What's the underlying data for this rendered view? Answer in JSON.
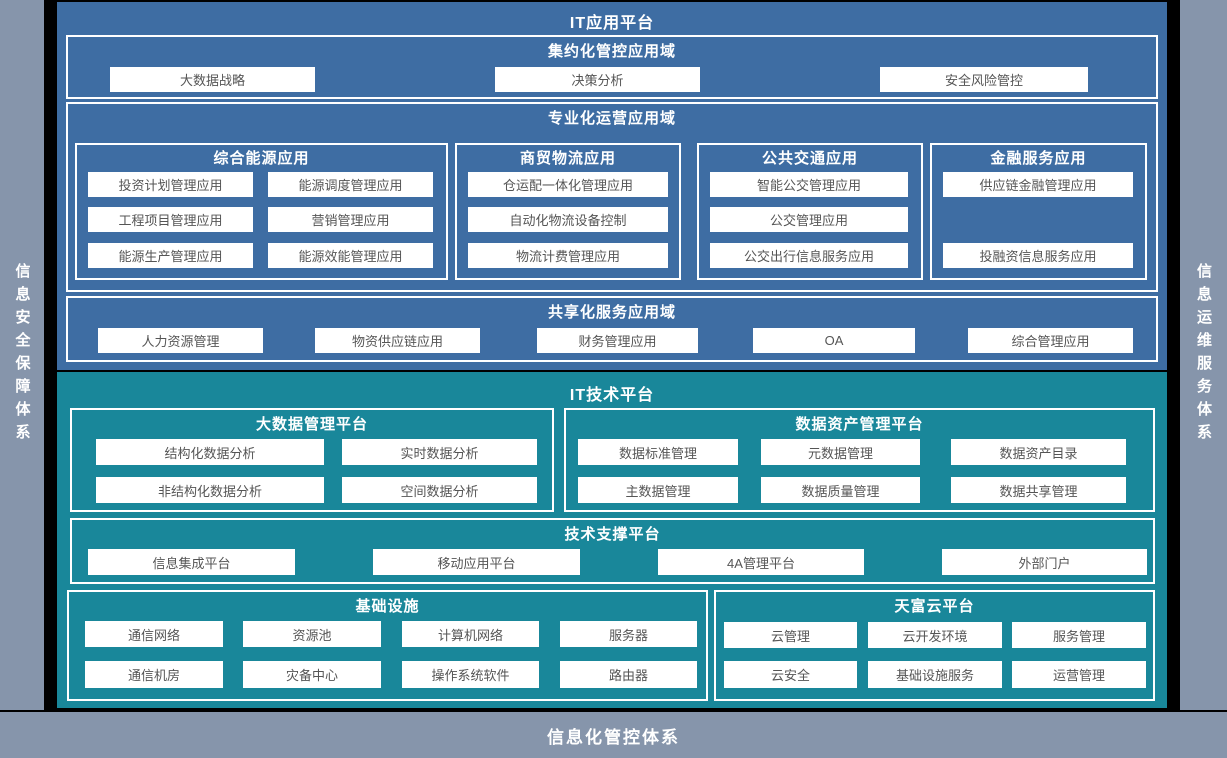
{
  "left_bar": {
    "label": "信息安全保障体系"
  },
  "right_bar": {
    "label": "信息运维服务体系"
  },
  "bottom_bar": {
    "label": "信息化管控体系"
  },
  "app": {
    "title": "IT应用平台",
    "intensive": {
      "title": "集约化管控应用域",
      "items": [
        "大数据战略",
        "决策分析",
        "安全风险管控"
      ]
    },
    "specialized": {
      "title": "专业化运营应用域",
      "energy": {
        "title": "综合能源应用",
        "items": [
          "投资计划管理应用",
          "能源调度管理应用",
          "工程项目管理应用",
          "营销管理应用",
          "能源生产管理应用",
          "能源效能管理应用"
        ]
      },
      "logistics": {
        "title": "商贸物流应用",
        "items": [
          "仓运配一体化管理应用",
          "自动化物流设备控制",
          "物流计费管理应用"
        ]
      },
      "transit": {
        "title": "公共交通应用",
        "items": [
          "智能公交管理应用",
          "公交管理应用",
          "公交出行信息服务应用"
        ]
      },
      "finance": {
        "title": "金融服务应用",
        "items": [
          "供应链金融管理应用",
          "投融资信息服务应用"
        ]
      }
    },
    "shared": {
      "title": "共享化服务应用域",
      "items": [
        "人力资源管理",
        "物资供应链应用",
        "财务管理应用",
        "OA",
        "综合管理应用"
      ]
    }
  },
  "tech": {
    "title": "IT技术平台",
    "bigdata": {
      "title": "大数据管理平台",
      "items": [
        "结构化数据分析",
        "实时数据分析",
        "非结构化数据分析",
        "空间数据分析"
      ]
    },
    "data_asset": {
      "title": "数据资产管理平台",
      "items": [
        "数据标准管理",
        "元数据管理",
        "数据资产目录",
        "主数据管理",
        "数据质量管理",
        "数据共享管理"
      ]
    },
    "tech_support": {
      "title": "技术支撑平台",
      "items": [
        "信息集成平台",
        "移动应用平台",
        "4A管理平台",
        "外部门户"
      ]
    },
    "infrastructure": {
      "title": "基础设施",
      "items": [
        "通信网络",
        "资源池",
        "计算机网络",
        "服务器",
        "通信机房",
        "灾备中心",
        "操作系统软件",
        "路由器"
      ]
    },
    "cloud": {
      "title": "天富云平台",
      "items": [
        "云管理",
        "云开发环境",
        "服务管理",
        "云安全",
        "基础设施服务",
        "运营管理"
      ]
    }
  },
  "colors": {
    "app_blue": "#3E6DA3",
    "tech_teal": "#19879A",
    "frame_gray": "#8695AB",
    "box_text": "#555555"
  }
}
